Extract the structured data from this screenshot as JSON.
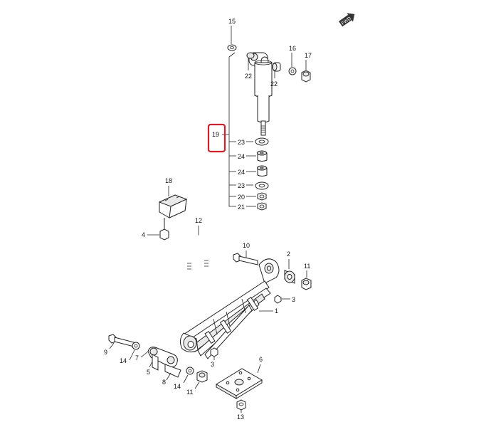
{
  "diagram": {
    "callouts": {
      "c15": "15",
      "c16": "16",
      "c17": "17",
      "c22a": "22",
      "c22b": "22",
      "c19": "19",
      "c23a": "23",
      "c24a": "24",
      "c24b": "24",
      "c23b": "23",
      "c20": "20",
      "c21": "21",
      "c18": "18",
      "c4": "4",
      "c12": "12",
      "c10": "10",
      "c2": "2",
      "c11a": "11",
      "c3a": "3",
      "c1": "1",
      "c9": "9",
      "c14a": "14",
      "c7": "7",
      "c5": "5",
      "c8": "8",
      "c14b": "14",
      "c3b": "3",
      "c11b": "11",
      "c6": "6",
      "c13": "13"
    },
    "fwd_tag": "FWD",
    "highlight_color": "#d0202a"
  }
}
